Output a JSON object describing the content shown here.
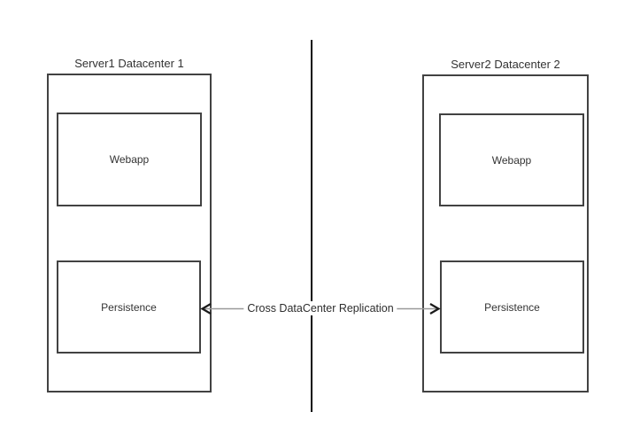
{
  "diagram": {
    "datacenter1": {
      "title": "Server1 Datacenter 1",
      "webapp_label": "Webapp",
      "persistence_label": "Persistence"
    },
    "datacenter2": {
      "title": "Server2 Datacenter 2",
      "webapp_label": "Webapp",
      "persistence_label": "Persistence"
    },
    "replication": {
      "label": "Cross DataCenter Replication"
    },
    "colors": {
      "box_border": "#424242",
      "divider_line": "#0a0a0a",
      "arrow_shaft": "#999999",
      "arrow_head": "#1a1a1a",
      "text": "#333333",
      "background": "#ffffff"
    }
  }
}
